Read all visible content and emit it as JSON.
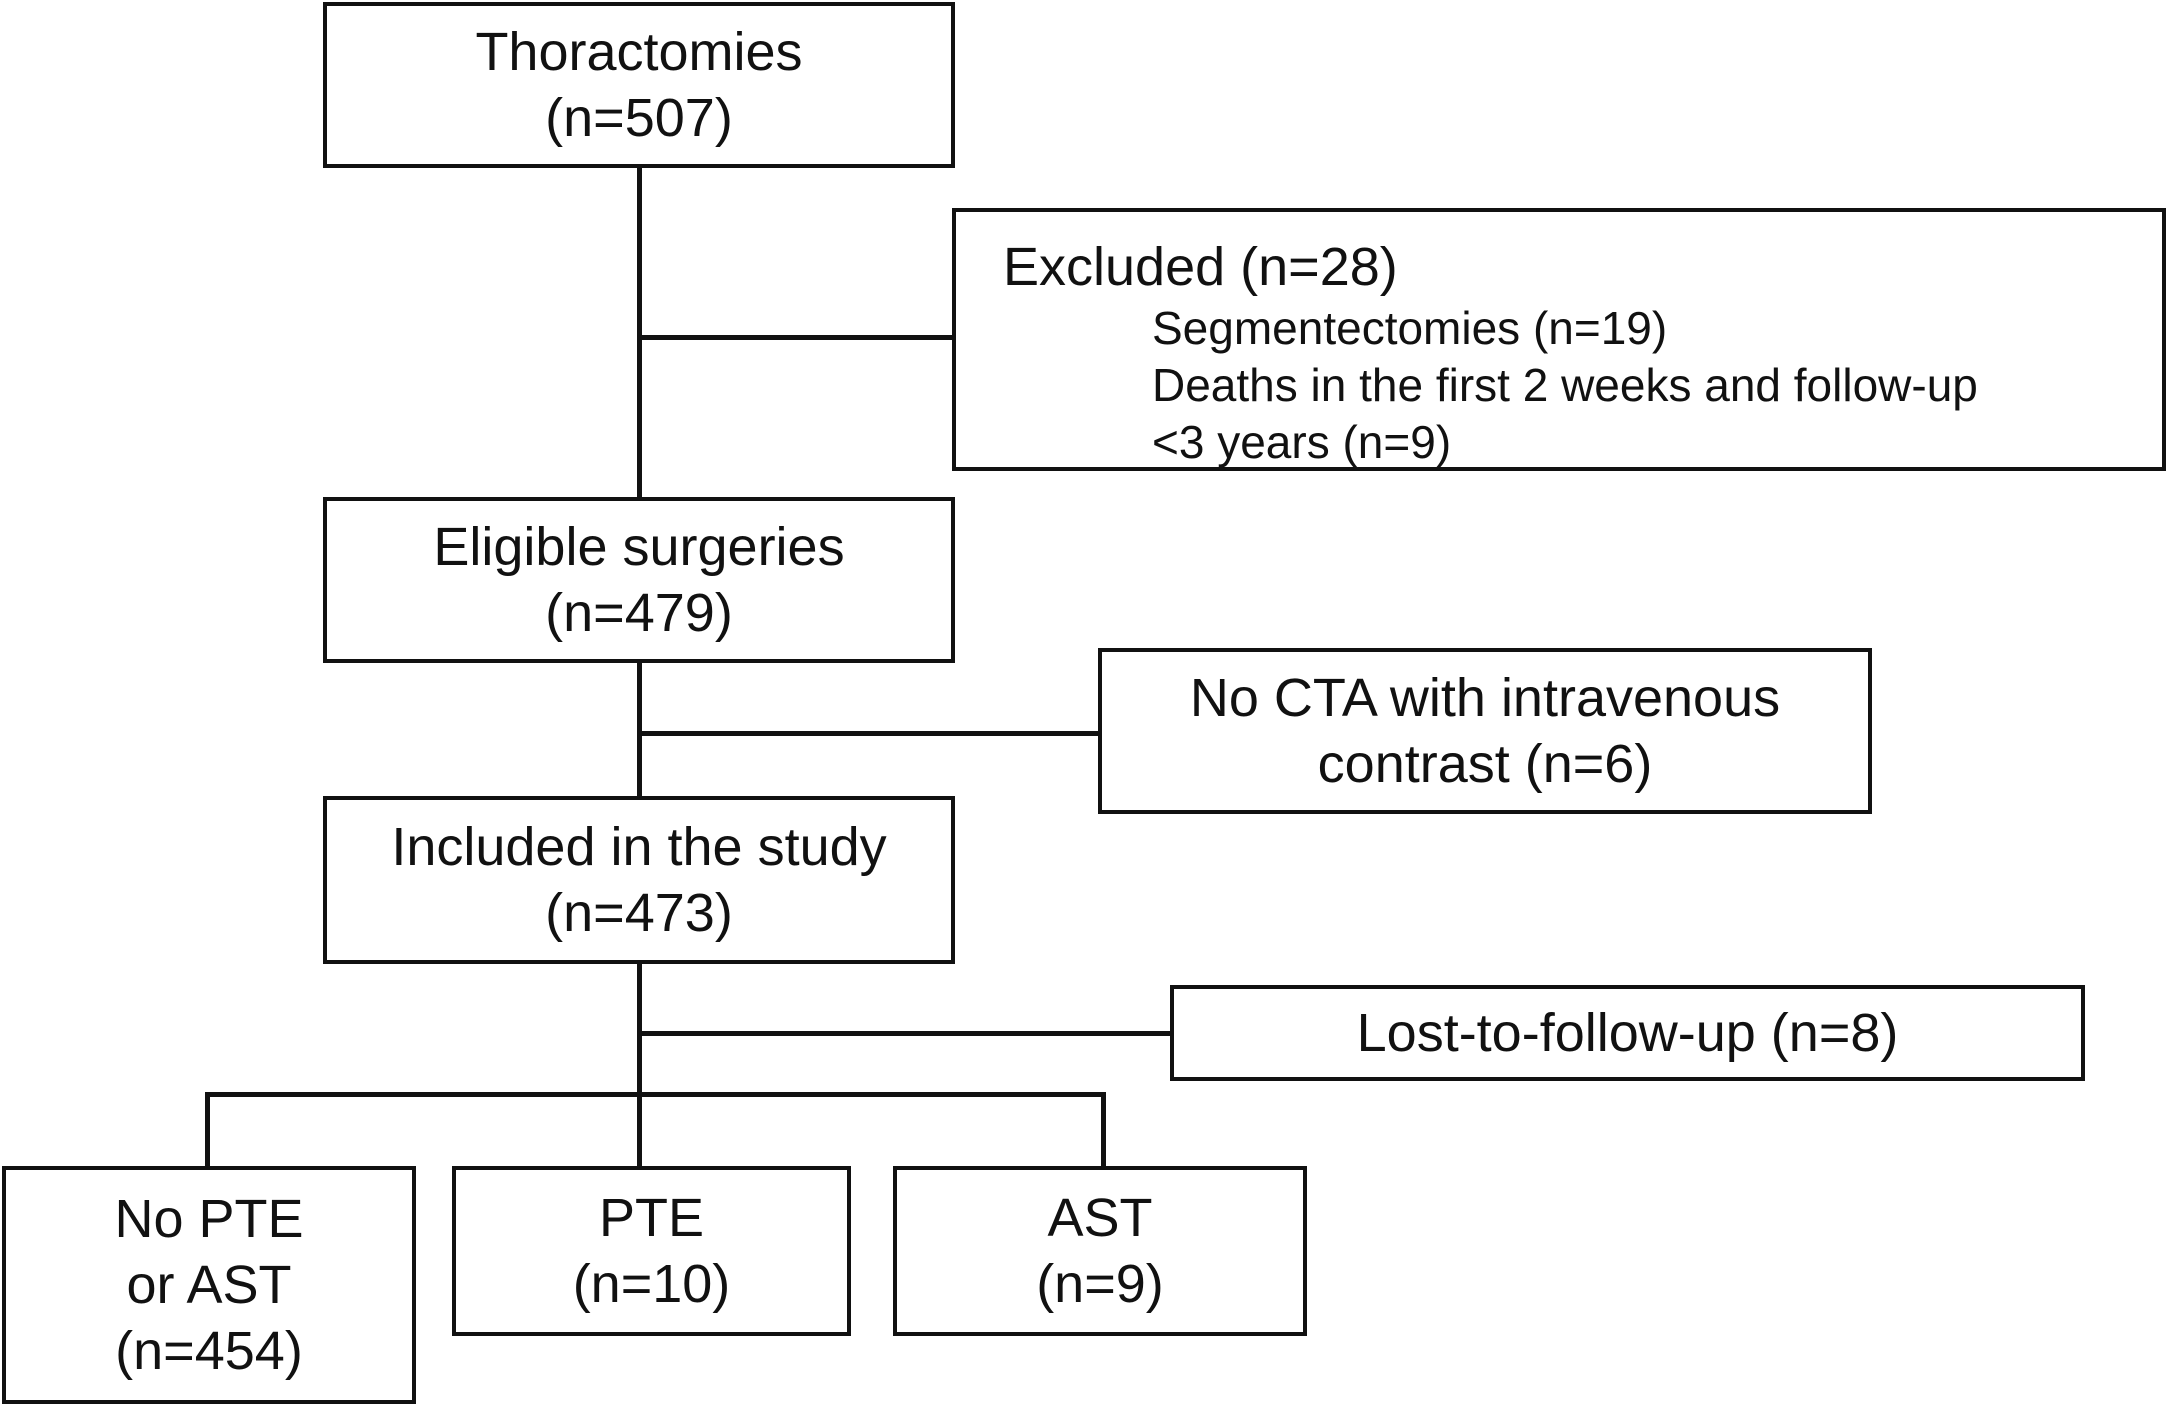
{
  "flowchart": {
    "thoractomies": {
      "title": "Thoractomies",
      "count": "(n=507)"
    },
    "excluded": {
      "title": "Excluded (n=28)",
      "items": [
        "Segmentectomies (n=19)",
        "Deaths in the first 2 weeks and follow-up",
        "<3 years (n=9)"
      ]
    },
    "eligible": {
      "title": "Eligible surgeries",
      "count": "(n=479)"
    },
    "no_cta": {
      "line1": "No CTA with intravenous",
      "line2": "contrast (n=6)"
    },
    "included": {
      "title": "Included in the study",
      "count": "(n=473)"
    },
    "lost": {
      "title": "Lost-to-follow-up (n=8)"
    },
    "groups": [
      {
        "lines": [
          "No PTE",
          "or AST",
          "(n=454)"
        ]
      },
      {
        "lines": [
          "PTE",
          "(n=10)"
        ]
      },
      {
        "lines": [
          "AST",
          "(n=9)"
        ]
      }
    ]
  }
}
